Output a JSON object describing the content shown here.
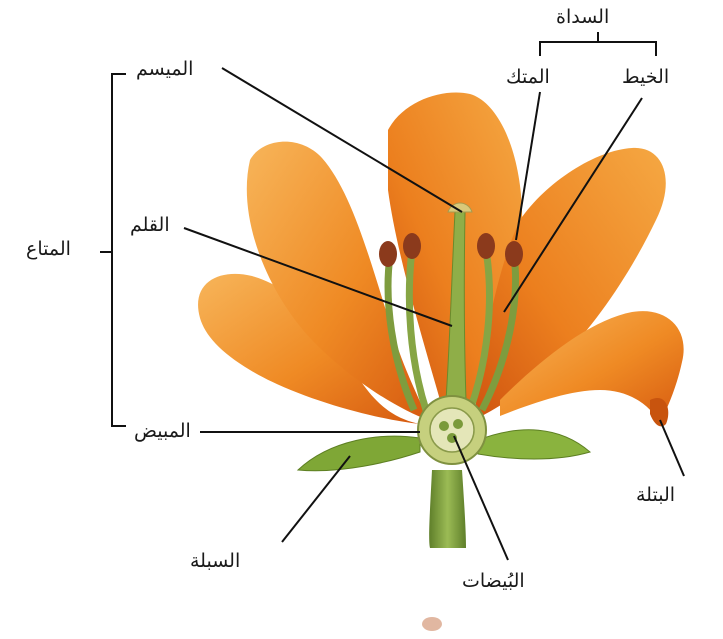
{
  "labels": {
    "stamen": "السداة",
    "anther": "المتك",
    "filament": "الخيط",
    "stigma": "الميسم",
    "style": "القلم",
    "pistil": "المتاع",
    "ovary": "المبيض",
    "petal": "البتلة",
    "sepal": "السبلة",
    "ovules": "البُيضات"
  },
  "colors": {
    "petal_light": "#f6a94a",
    "petal_mid": "#f08a26",
    "petal_dark": "#d85d12",
    "stem": "#7a9b3a",
    "sepal": "#86ad3c",
    "ovary": "#b9c778",
    "anther": "#8b3a1c",
    "line": "#111111"
  }
}
